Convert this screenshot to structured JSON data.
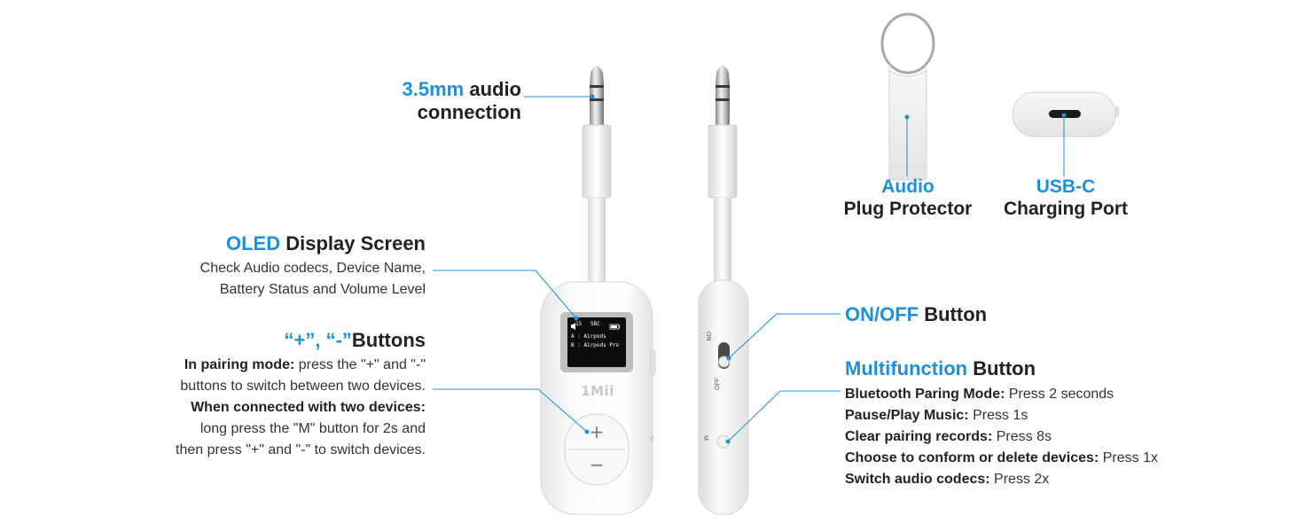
{
  "colors": {
    "accent": "#1e8fd8",
    "text": "#222222",
    "leader_line": "#1e8fd8"
  },
  "audio_connection": {
    "highlight": "3.5mm",
    "rest": " audio",
    "line2": "connection"
  },
  "plug_protector": {
    "line1": "Audio",
    "line2": "Plug Protector"
  },
  "usb_c": {
    "line1": "USB-C",
    "line2": "Charging Port"
  },
  "oled": {
    "title_highlight": "OLED",
    "title_rest": " Display Screen",
    "desc_line1": "Check Audio codecs, Device Name,",
    "desc_line2": "Battery Status and Volume Level"
  },
  "plus_minus": {
    "title_highlight": "“+”, “-”",
    "title_rest": "Buttons",
    "line1_bold": "In pairing mode:",
    "line1_rest": " press the \"+\" and \"-\"",
    "line2": "buttons to switch between two devices.",
    "line3_bold": "When connected with two devices:",
    "line4": "long press the \"M\" button for 2s and",
    "line5": "then press \"+\" and \"-\" to switch devices."
  },
  "on_off": {
    "title_highlight": "ON/OFF",
    "title_rest": " Button"
  },
  "multifunction": {
    "title_highlight": "Multifunction",
    "title_rest": " Button",
    "items": [
      {
        "bold": "Bluetooth Paring Mode:",
        "rest": " Press 2 seconds"
      },
      {
        "bold": "Pause/Play Music:",
        "rest": " Press 1s"
      },
      {
        "bold": "Clear pairing records:",
        "rest": " Press 8s"
      },
      {
        "bold": "Choose to conform or delete devices:",
        "rest": " Press 1x"
      },
      {
        "bold": "Switch audio codecs:",
        "rest": " Press 2x"
      }
    ]
  },
  "device": {
    "brand": "1Mii",
    "plus_symbol": "+",
    "minus_symbol": "−",
    "screen": {
      "volume": "15",
      "codec": "SBC",
      "line_a": "A : Airpods",
      "line_b": "B : Airpods Pro"
    },
    "switch_on": "ON",
    "switch_off": "OFF",
    "m_label": "M"
  }
}
